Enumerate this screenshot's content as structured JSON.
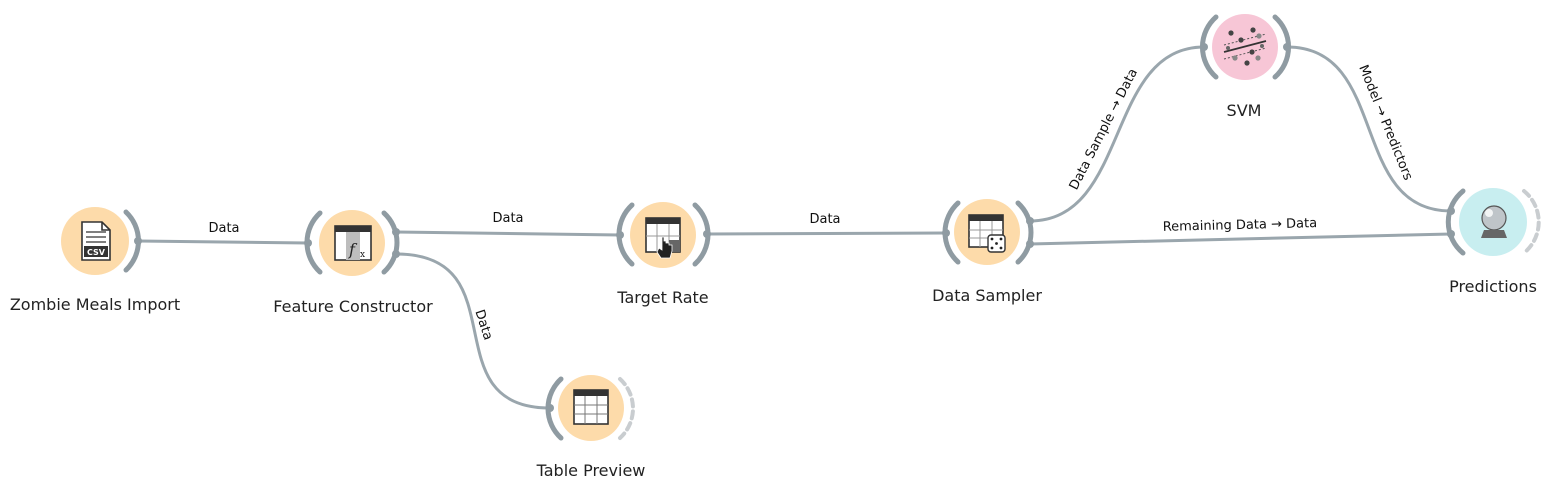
{
  "colors": {
    "link": "#9aa6ad",
    "data_widget": "#fddbaa",
    "model_widget": "#f7c6d6",
    "eval_widget": "#c8eef0",
    "arc": "#8f9ba2"
  },
  "widgets": [
    {
      "id": "zombie",
      "label": "Zombie Meals Import",
      "icon": "csv-file-icon"
    },
    {
      "id": "feature",
      "label": "Feature Constructor",
      "icon": "formula-fx-icon"
    },
    {
      "id": "target",
      "label": "Target Rate",
      "icon": "table-pointer-icon"
    },
    {
      "id": "sampler",
      "label": "Data Sampler",
      "icon": "table-dice-icon"
    },
    {
      "id": "svm",
      "label": "SVM",
      "icon": "scatter-margin-icon"
    },
    {
      "id": "predictions",
      "label": "Predictions",
      "icon": "crystal-ball-icon"
    },
    {
      "id": "preview",
      "label": "Table Preview",
      "icon": "table-grid-icon"
    }
  ],
  "links": [
    {
      "id": "zombie-feature",
      "label": "Data"
    },
    {
      "id": "feature-target",
      "label": "Data"
    },
    {
      "id": "feature-preview",
      "label": "Data"
    },
    {
      "id": "target-sampler",
      "label": "Data"
    },
    {
      "id": "sampler-svm",
      "label": "Data Sample → Data"
    },
    {
      "id": "sampler-predictions",
      "label": "Remaining Data → Data"
    },
    {
      "id": "svm-predictions",
      "label": "Model → Predictors"
    }
  ]
}
